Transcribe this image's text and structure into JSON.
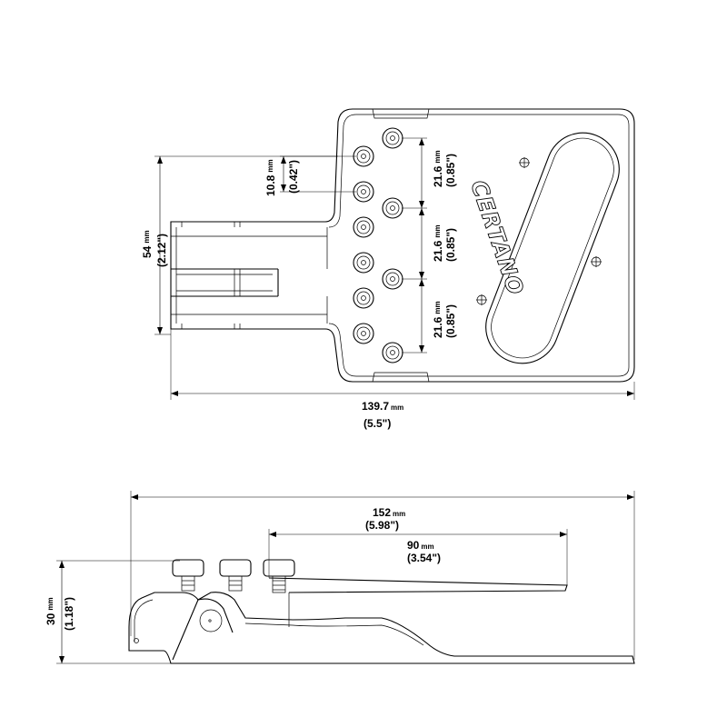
{
  "logo": "CERTANO",
  "top_view": {
    "hole_spacing": {
      "value": "10.8",
      "unit": "mm",
      "inch": "(0.42\")"
    },
    "string_spacing": [
      {
        "value": "21.6",
        "unit": "mm",
        "inch": "(0.85\")"
      },
      {
        "value": "21.6",
        "unit": "mm",
        "inch": "(0.85\")"
      },
      {
        "value": "21.6",
        "unit": "mm",
        "inch": "(0.85\")"
      }
    ],
    "width": {
      "value": "54",
      "unit": "mm",
      "inch": "(2.12\")"
    },
    "length": {
      "value": "139.7",
      "unit": "mm",
      "inch": "(5.5\")"
    }
  },
  "side_view": {
    "overall_length": {
      "value": "152",
      "unit": "mm",
      "inch": "(5.98\")"
    },
    "plate_length": {
      "value": "90",
      "unit": "mm",
      "inch": "(3.54\")"
    },
    "height": {
      "value": "30",
      "unit": "mm",
      "inch": "(1.18\")"
    }
  }
}
